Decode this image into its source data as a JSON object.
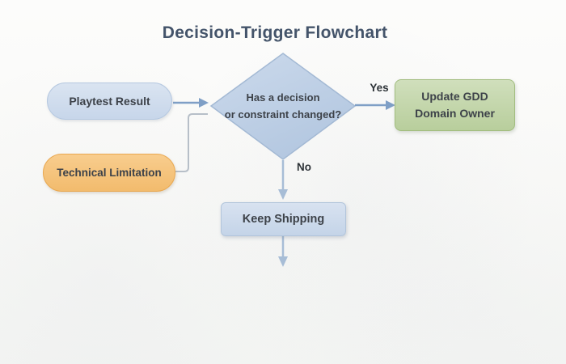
{
  "title": "Decision-Trigger Flowchart",
  "nodes": {
    "playtest": {
      "label": "Playtest Result",
      "shape": "pill",
      "fill": "#cdd9ec"
    },
    "technical_limitation": {
      "label": "Technical Limitation",
      "shape": "pill",
      "fill": "#f4c278"
    },
    "decision": {
      "label_line1": "Has a decision",
      "label_line2": "or constraint changed?",
      "shape": "diamond",
      "fill": "#c1d1e6"
    },
    "update_gdd": {
      "label_line1": "Update GDD",
      "label_line2": "Domain Owner",
      "shape": "rounded-rect",
      "fill": "#c2d5a4"
    },
    "keep_shipping": {
      "label": "Keep Shipping",
      "shape": "rounded-rect",
      "fill": "#ccdbec"
    }
  },
  "edge_labels": {
    "yes": "Yes",
    "no": "No"
  },
  "colors": {
    "title_text": "#44546a",
    "node_text": "#3d4249",
    "arrow_strong": "#7f9fc6",
    "arrow_light": "#a7bdd6",
    "connector_gray": "#b7bfc8",
    "diamond_stroke": "#a3b9d4",
    "background": "#f9f9f7"
  }
}
